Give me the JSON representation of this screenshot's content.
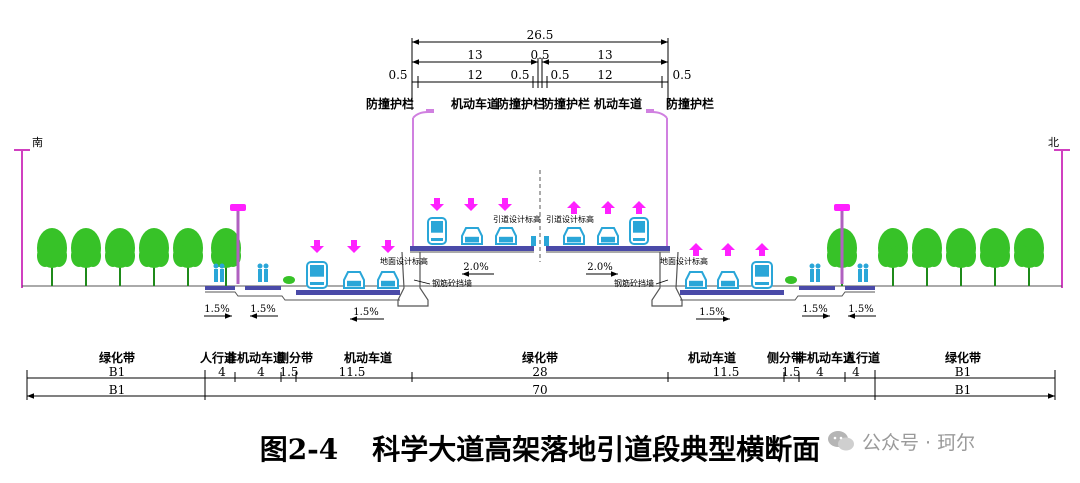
{
  "directions": {
    "south": "南",
    "north": "北"
  },
  "top_dims": {
    "total": "26.5",
    "half_left": "13",
    "median": "0.5",
    "half_right": "13",
    "barrier_l": "0.5",
    "lane_l": "12",
    "mid_l": "0.5",
    "mid_r": "0.5",
    "lane_r": "12",
    "barrier_r": "0.5"
  },
  "elevated_labels": {
    "barrier_left": "防撞护栏",
    "lane_left": "机动车道",
    "barrier_mid_l": "防撞护栏",
    "barrier_mid_r": "防撞护栏",
    "lane_right": "机动车道",
    "barrier_right": "防撞护栏"
  },
  "deck_notes": {
    "elev_left": "引道设计标高",
    "elev_right": "引道设计标高",
    "ground_left": "地面设计标高",
    "ground_right": "地面设计标高",
    "wall_left": "钢筋砼挡墙",
    "wall_right": "钢筋砼挡墙"
  },
  "slopes": {
    "deck_left": "2.0%",
    "deck_right": "2.0%",
    "g1": "1.5%",
    "g2": "1.5%",
    "g3": "1.5%",
    "g4": "1.5%",
    "g5": "1.5%",
    "g6": "1.5%"
  },
  "bottom_labels": {
    "green_left": "绿化带",
    "sidewalk_left": "人行道",
    "nonmotor_left": "非机动车道",
    "side_sep_left": "侧分带",
    "motor_left": "机动车道",
    "green_center": "绿化带",
    "motor_right": "机动车道",
    "side_sep_right": "侧分带",
    "nonmotor_right": "非机动车道",
    "sidewalk_right": "人行道",
    "green_right": "绿化带"
  },
  "bottom_dims": {
    "b1_left": "B1",
    "w_sidewalk_l": "4",
    "w_nonmotor_l": "4",
    "w_sep_l": "1.5",
    "w_motor_l": "11.5",
    "w_center": "28",
    "w_motor_r": "11.5",
    "w_sep_r": "1.5",
    "w_nonmotor_r": "4",
    "w_sidewalk_r": "4",
    "b1_right": "B1",
    "total_left": "B1",
    "total": "70",
    "total_right": "B1"
  },
  "caption": {
    "figure_no": "图2-4",
    "title": "科学大道高架落地引道段典型横断面"
  },
  "watermark": {
    "text": "公众号 · 珂尔"
  },
  "colors": {
    "tree": "#37c228",
    "trunk": "#1f8a1a",
    "magenta": "#ff20ff",
    "lamp_pole": "#d080e0",
    "vehicle": "#2aa6d8",
    "road": "#4a4aa8",
    "structure": "#555555",
    "dim": "#000000"
  }
}
